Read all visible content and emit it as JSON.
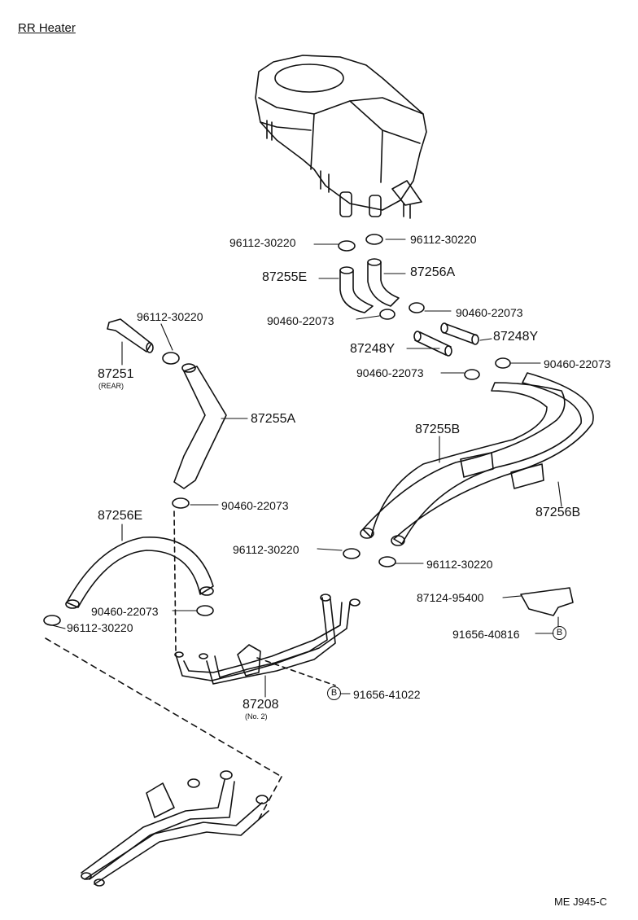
{
  "title": "RR Heater",
  "diagram_code": "ME J945-C",
  "labels": {
    "c1": "96112-30220",
    "c2": "96112-30220",
    "p87255E": "87255E",
    "p87256A": "87256A",
    "c3": "96112-30220",
    "c4": "90460-22073",
    "c5": "90460-22073",
    "p87248Y_a": "87248Y",
    "p87248Y_b": "87248Y",
    "c6": "90460-22073",
    "c7": "90460-22073",
    "p87251": "87251",
    "p87251_note": "(REAR)",
    "p87255A": "87255A",
    "p87255B": "87255B",
    "c8": "90460-22073",
    "p87256E": "87256E",
    "p87256B": "87256B",
    "c9": "96112-30220",
    "c10": "96112-30220",
    "p87124": "87124-95400",
    "c11": "90460-22073",
    "c12": "96112-30220",
    "p91656_40816": "91656-40816",
    "p91656_41022": "91656-41022",
    "p87208": "87208",
    "p87208_note": "(No. 2)",
    "marker_b1": "B",
    "marker_b2": "B"
  }
}
